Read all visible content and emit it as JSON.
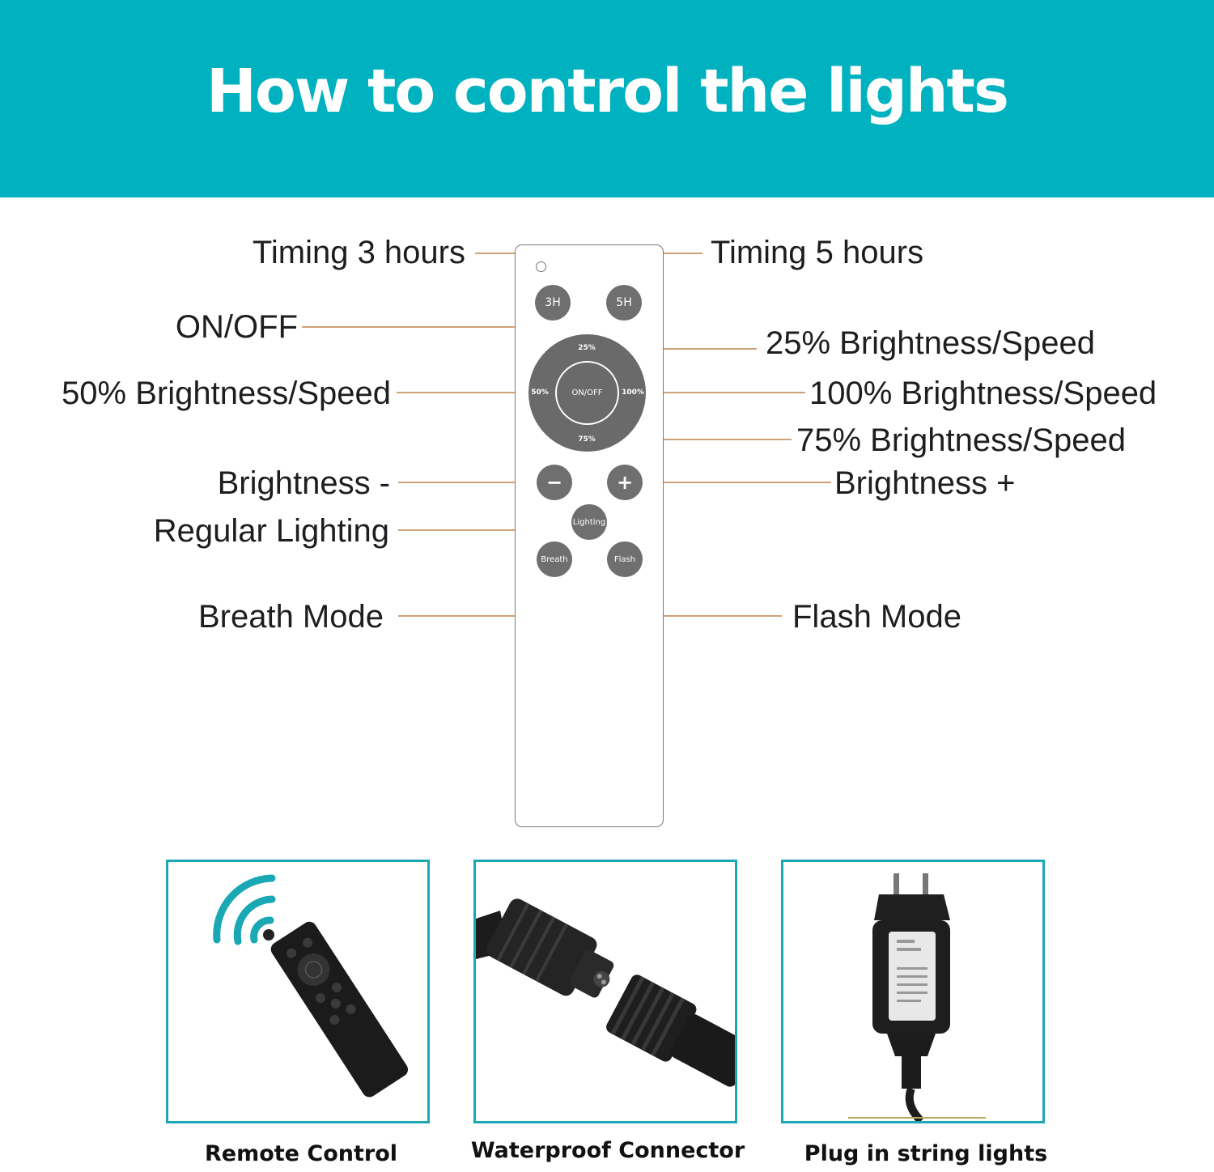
{
  "banner": {
    "title": "How to control the lights",
    "color": "#00b1c0"
  },
  "labels": {
    "timing3": "Timing 3 hours",
    "timing5": "Timing 5 hours",
    "onoff": "ON/OFF",
    "b25": "25% Brightness/Speed",
    "b50": "50% Brightness/Speed",
    "b100": "100% Brightness/Speed",
    "b75": "75% Brightness/Speed",
    "bminus": "Brightness -",
    "bplus": "Brightness +",
    "regular": "Regular Lighting",
    "breath": "Breath Mode",
    "flash": "Flash Mode"
  },
  "remote": {
    "btn_3h": "3H",
    "btn_5h": "5H",
    "ring_25": "25%",
    "ring_50": "50%",
    "ring_100": "100%",
    "ring_75": "75%",
    "ring_center": "ON/OFF",
    "btn_minus": "−",
    "btn_plus": "+",
    "btn_lighting": "Lighting",
    "btn_breath": "Breath",
    "btn_flash": "Flash"
  },
  "leader_color": "#c0824a",
  "panels": [
    {
      "caption": "Remote Control",
      "icon": "remote-control-wifi-icon"
    },
    {
      "caption": "Waterproof Connector",
      "icon": "waterproof-connector-icon"
    },
    {
      "caption": "Plug in string lights",
      "icon": "plug-adapter-icon"
    }
  ]
}
